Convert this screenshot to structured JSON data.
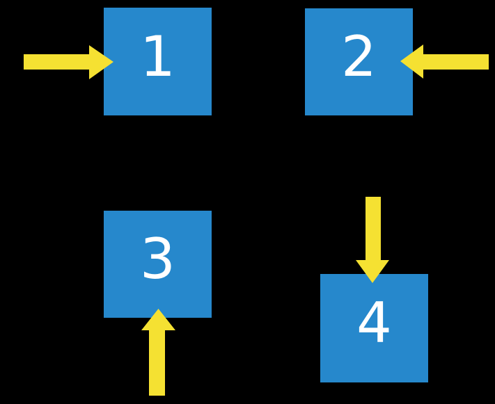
{
  "colors": {
    "background": "#000000",
    "box_fill": "#2688CC",
    "arrow_fill": "#F5E132",
    "label_text": "#FFFFFF"
  },
  "boxes": [
    {
      "label": "1",
      "arrow_icon": "arrow-right-icon",
      "arrow_direction": "right"
    },
    {
      "label": "2",
      "arrow_icon": "arrow-left-icon",
      "arrow_direction": "left"
    },
    {
      "label": "3",
      "arrow_icon": "arrow-up-icon",
      "arrow_direction": "up"
    },
    {
      "label": "4",
      "arrow_icon": "arrow-down-icon",
      "arrow_direction": "down"
    }
  ]
}
